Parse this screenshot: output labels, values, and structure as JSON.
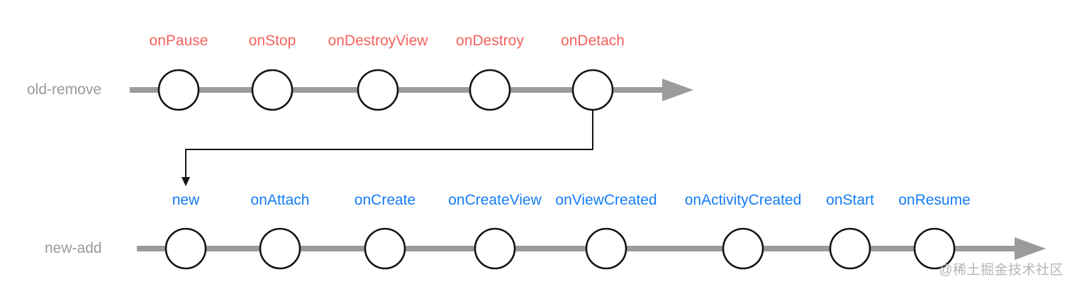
{
  "diagram": {
    "title_hint": "fragment-lifecycle-replace-transaction",
    "colors": {
      "background": "#ffffff",
      "track_line": "#9b9b9b",
      "node_fill": "#ffffff",
      "node_stroke": "#141414",
      "connector": "#141414",
      "old_label": "#f4615c",
      "new_label": "#147df5",
      "track_label": "#9a9a9a",
      "watermark": "#b5b5b5"
    },
    "timelines": [
      {
        "name": "old-remove",
        "label_color_key": "old_label",
        "stages": [
          "onPause",
          "onStop",
          "onDestroyView",
          "onDestroy",
          "onDetach"
        ]
      },
      {
        "name": "new-add",
        "label_color_key": "new_label",
        "stages": [
          "new",
          "onAttach",
          "onCreate",
          "onCreateView",
          "onViewCreated",
          "onActivityCreated",
          "onStart",
          "onResume"
        ]
      }
    ],
    "connector": {
      "from_stage": "onDetach",
      "to_stage": "new"
    },
    "watermark": "@稀土掘金技术社区"
  }
}
